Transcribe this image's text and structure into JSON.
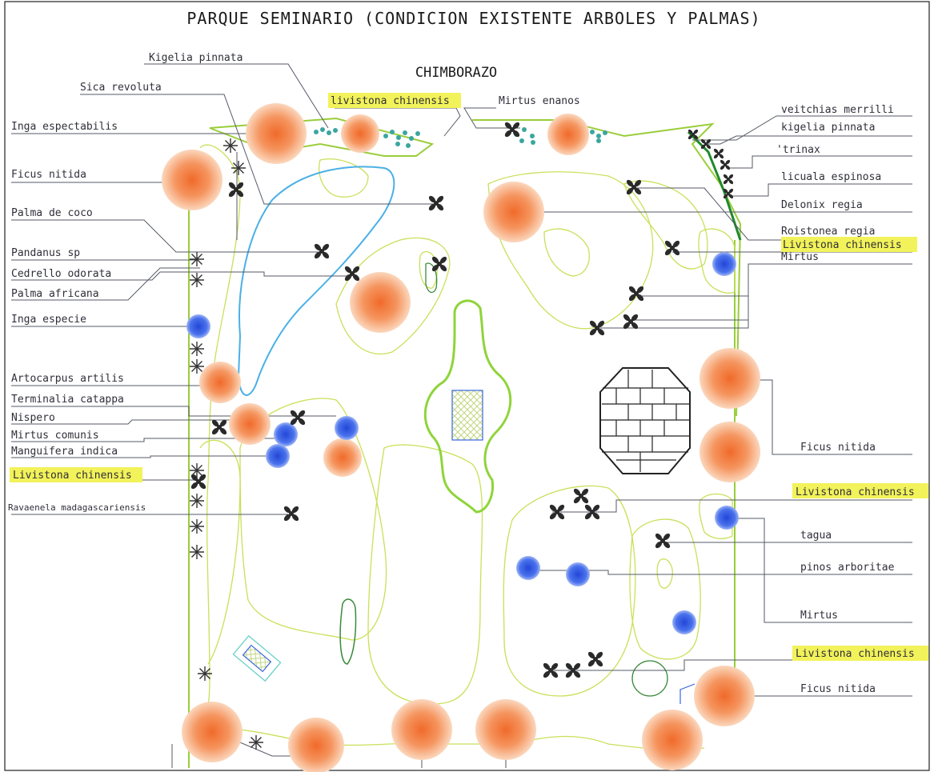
{
  "title": "PARQUE SEMINARIO (CONDICION EXISTENTE ARBOLES Y PALMAS)",
  "street_name": "CHIMBORAZO",
  "colors": {
    "orange_tree": "#f0824a",
    "blue_tree": "#3a64e0",
    "dark_palm": "#2a2a2a",
    "highlight": "#f2f25a",
    "water_outline": "#4ab0e6",
    "bed_outline": "#c9e05a",
    "border_outline": "#9acd3a",
    "dark_green_outline": "#3a8a3a",
    "leader_line": "#555a66"
  },
  "labels": {
    "kigelia_top": "Kigelia pinnata",
    "sica": "Sica revoluta",
    "livistona_top": "livistona chinensis",
    "mirtus_enanos": "Mirtus enanos",
    "inga_espectabilis": "Inga espectabilis",
    "ficus_left": "Ficus nitida",
    "palma_coco": "Palma de coco",
    "pandanus": "Pandanus sp",
    "cedrello": "Cedrello odorata",
    "palma_africana": "Palma africana",
    "inga_especie": "Inga especie",
    "artocarpus": "Artocarpus artilis",
    "terminalia": "Terminalia catappa",
    "nispero": "Nispero",
    "mirtus_comunis": "Mirtus comunis",
    "manguifera": "Manguifera indica",
    "livistona_left": "Livistona chinensis",
    "ravaenela": "Ravaenela madagascariensis",
    "veitchias": "veitchias merrilli",
    "kigelia_right": "kigelia pinnata",
    "trinax": "'trinax",
    "licuala": "licuala espinosa",
    "delonix": "Delonix regia",
    "roistonea": "Roistonea regia",
    "livistona_right1": "Livistona chinensis",
    "mirtus_right1": "Mirtus",
    "ficus_right1": "Ficus nitida",
    "livistona_right2": "Livistona chinensis",
    "tagua": "tagua",
    "pinos": "pinos arboritae",
    "mirtus_right2": "Mirtus",
    "livistona_right3": "Livistona chinensis",
    "ficus_right2": "Ficus nitida"
  }
}
